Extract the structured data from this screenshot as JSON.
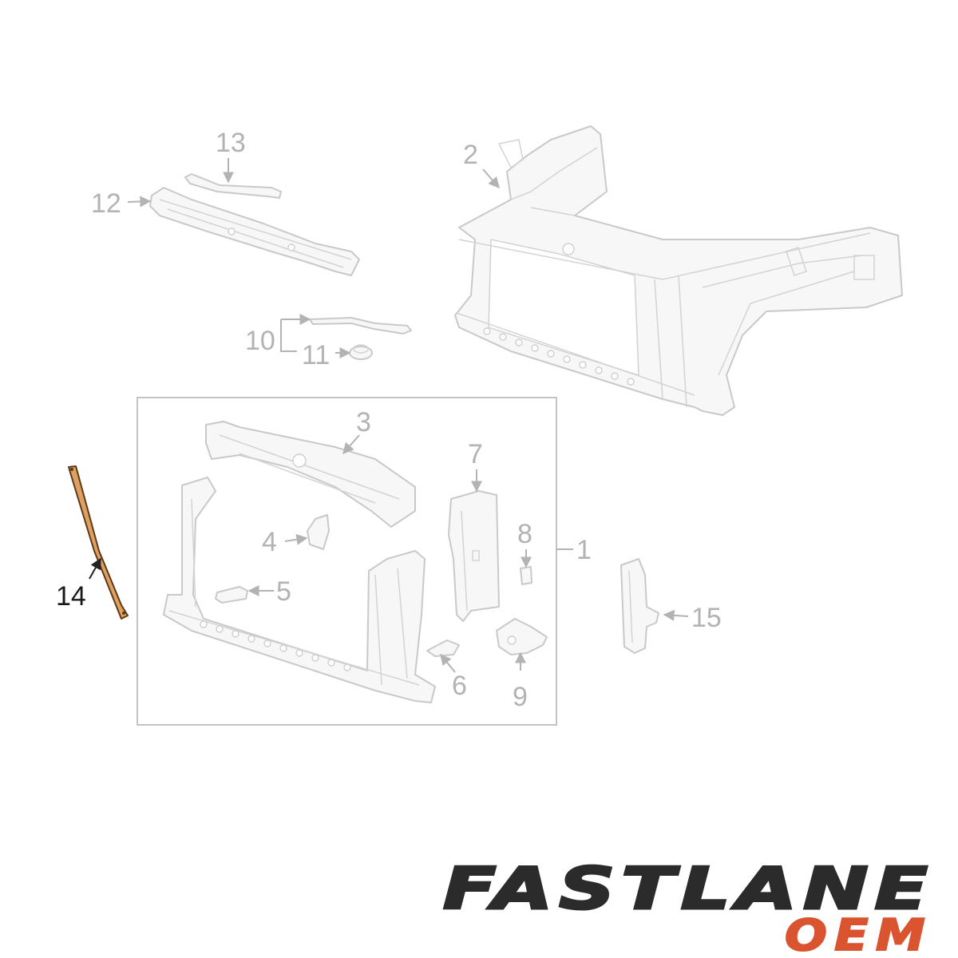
{
  "callouts": {
    "c1": "1",
    "c2": "2",
    "c3": "3",
    "c4": "4",
    "c5": "5",
    "c6": "6",
    "c7": "7",
    "c8": "8",
    "c9": "9",
    "c10": "10",
    "c11": "11",
    "c12": "12",
    "c13": "13",
    "c14": "14",
    "c15": "15"
  },
  "highlighted_part": "14",
  "colors": {
    "highlight_fill": "#e0a060",
    "highlight_stroke": "#5a3a1a",
    "line_art": "#c9c9c9",
    "callout_text": "#b3b3b3",
    "logo_dark": "#2b2b2b",
    "logo_accent": "#d9542f"
  },
  "logo": {
    "line1": "FASTLANE",
    "line2": "OEM"
  }
}
